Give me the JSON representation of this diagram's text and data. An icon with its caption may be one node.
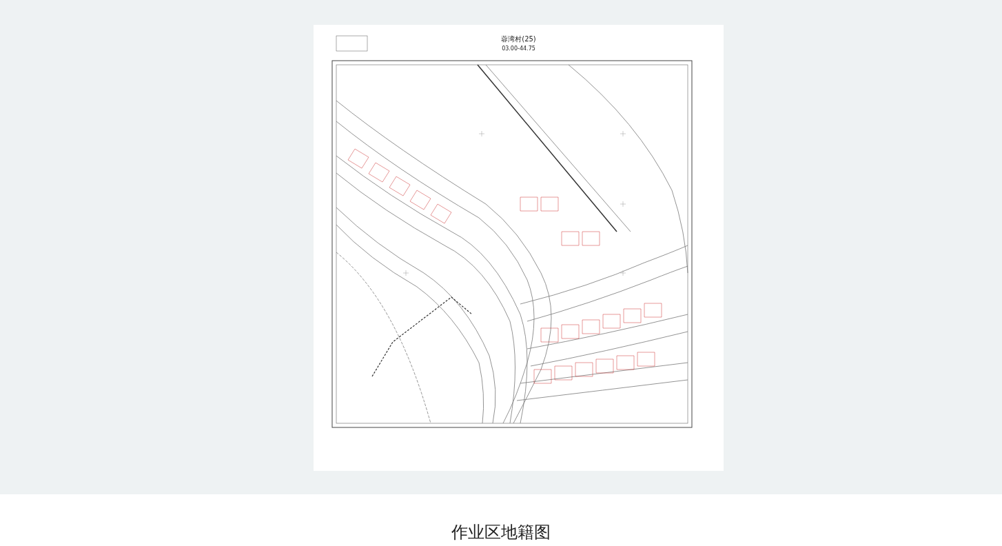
{
  "diagram": {
    "title": "蓉湾村(25)",
    "caption": "作业区地籍图",
    "labels": [
      "03.00-44.75"
    ]
  }
}
